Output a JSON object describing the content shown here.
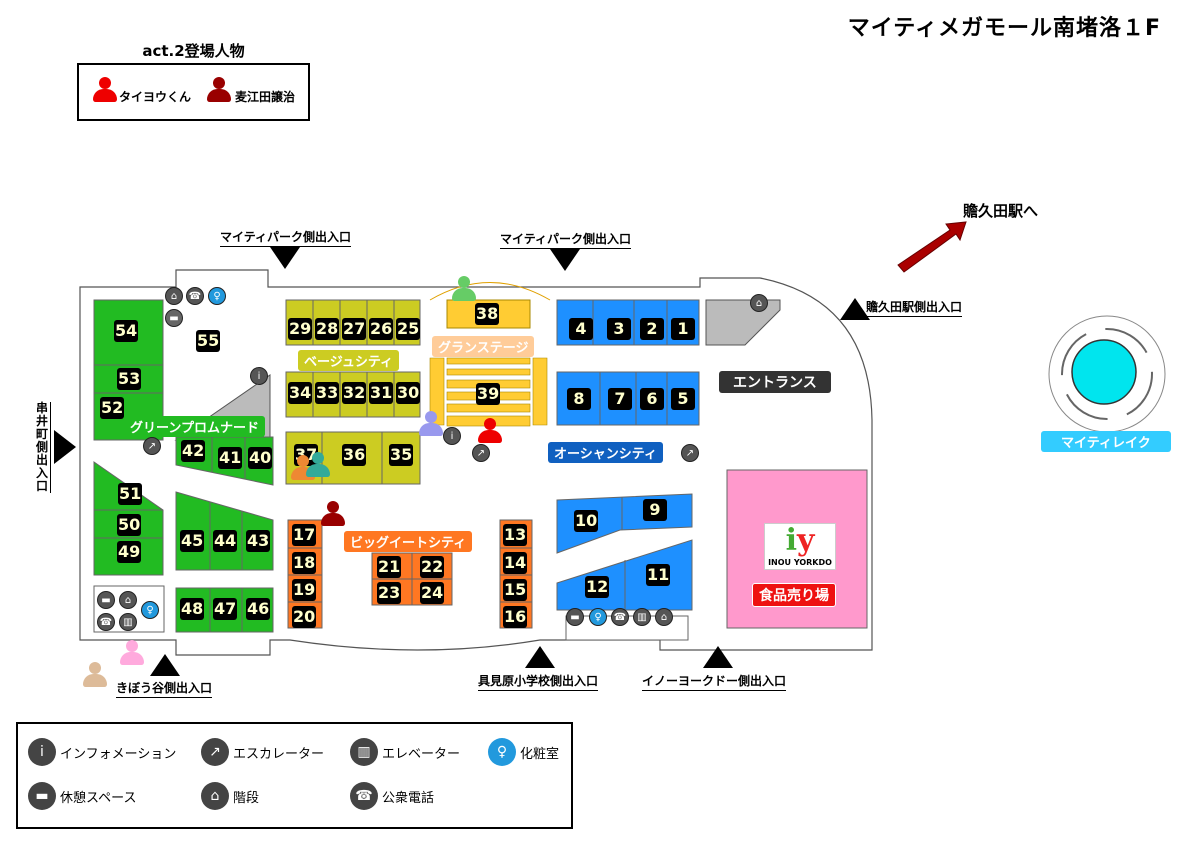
{
  "title": "マイティメガモール南堵洛１F",
  "characters": {
    "title": "act.2登場人物",
    "items": [
      {
        "name": "タイヨウくん",
        "color": "#ee0000"
      },
      {
        "name": "麦江田譲治",
        "color": "#990000"
      }
    ]
  },
  "exits": {
    "mighty_park_left": "マイティパーク側出入口",
    "mighty_park_right": "マイティパーク側出入口",
    "kuraku_station_exit": "贍久田駅側出入口",
    "kushiicho_exit": "串井町側出入口",
    "kibougaya_exit": "きぼう谷側出入口",
    "kuremihara_exit": "具見原小学校側出入口",
    "inoyoukado_exit": "イノーヨークドー側出入口"
  },
  "station_arrow": "贍久田駅へ",
  "zones": {
    "beige": "ベージュシティ",
    "grand_stage": "グランステージ",
    "green": "グリーンプロムナード",
    "ocean": "オーシャンシティ",
    "big_eat": "ビッグイートシティ",
    "entrance": "エントランス",
    "mighty_lake": "マイティレイク",
    "food": "食品売り場",
    "store_logo": "INOU YORKDO"
  },
  "shops": {
    "s1": "1",
    "s2": "2",
    "s3": "3",
    "s4": "4",
    "s5": "5",
    "s6": "6",
    "s7": "7",
    "s8": "8",
    "s9": "9",
    "s10": "10",
    "s11": "11",
    "s12": "12",
    "s13": "13",
    "s14": "14",
    "s15": "15",
    "s16": "16",
    "s17": "17",
    "s18": "18",
    "s19": "19",
    "s20": "20",
    "s21": "21",
    "s22": "22",
    "s23": "23",
    "s24": "24",
    "s25": "25",
    "s26": "26",
    "s27": "27",
    "s28": "28",
    "s29": "29",
    "s30": "30",
    "s31": "31",
    "s32": "32",
    "s33": "33",
    "s34": "34",
    "s35": "35",
    "s36": "36",
    "s37": "37",
    "s38": "38",
    "s39": "39",
    "s40": "40",
    "s41": "41",
    "s42": "42",
    "s43": "43",
    "s44": "44",
    "s45": "45",
    "s46": "46",
    "s47": "47",
    "s48": "48",
    "s49": "49",
    "s50": "50",
    "s51": "51",
    "s52": "52",
    "s53": "53",
    "s54": "54",
    "s55": "55"
  },
  "legend": {
    "info": "インフォメーション",
    "escalator": "エスカレーター",
    "elevator": "エレベーター",
    "restroom": "化粧室",
    "rest_space": "休憩スペース",
    "stairs": "階段",
    "phone": "公衆電話"
  },
  "colors": {
    "green_zone": "#22bb22",
    "beige_zone": "#cccc22",
    "ocean_zone": "#1e90ff",
    "big_eat_zone": "#ff7722",
    "grand_zone": "#ffcc33",
    "food_zone": "#ff99cc",
    "lake": "#00e5ee"
  }
}
